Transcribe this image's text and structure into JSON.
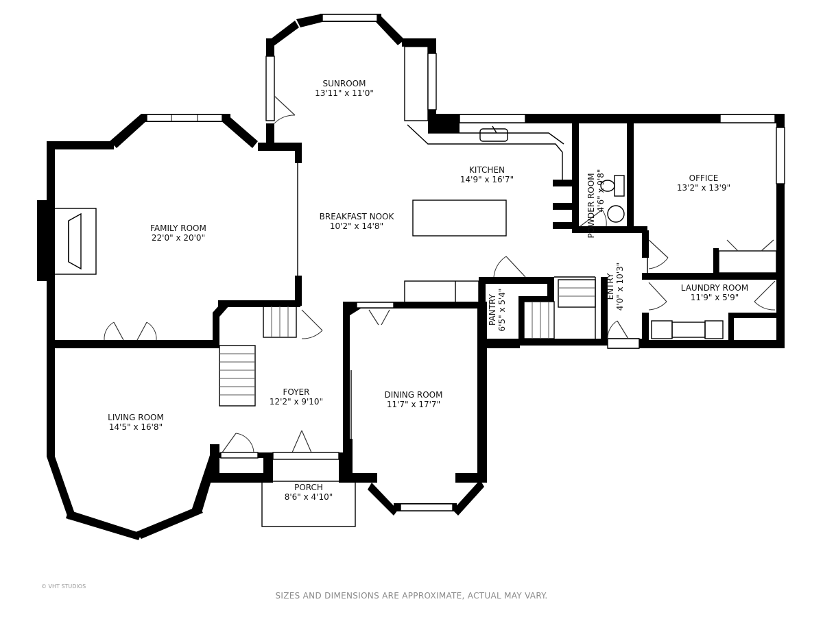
{
  "rooms": {
    "sunroom": {
      "name": "SUNROOM",
      "dims": "13'11\" x 11'0\""
    },
    "kitchen": {
      "name": "KITCHEN",
      "dims": "14'9\" x 16'7\""
    },
    "powder_room": {
      "name": "POWDER ROOM",
      "dims": "4'6\" x 9'8\""
    },
    "office": {
      "name": "OFFICE",
      "dims": "13'2\" x 13'9\""
    },
    "family_room": {
      "name": "FAMILY ROOM",
      "dims": "22'0\" x 20'0\""
    },
    "breakfast_nook": {
      "name": "BREAKFAST NOOK",
      "dims": "10'2\" x 14'8\""
    },
    "entry": {
      "name": "ENTRY",
      "dims": "4'0\" x 10'3\""
    },
    "laundry_room": {
      "name": "LAUNDRY ROOM",
      "dims": "11'9\" x 5'9\""
    },
    "pantry": {
      "name": "PANTRY",
      "dims": "6'5\" x 5'4\""
    },
    "foyer": {
      "name": "FOYER",
      "dims": "12'2\" x 9'10\""
    },
    "dining_room": {
      "name": "DINING ROOM",
      "dims": "11'7\" x 17'7\""
    },
    "living_room": {
      "name": "LIVING ROOM",
      "dims": "14'5\" x 16'8\""
    },
    "porch": {
      "name": "PORCH",
      "dims": "8'6\" x 4'10\""
    }
  },
  "footer": {
    "disclaimer": "SIZES AND DIMENSIONS ARE APPROXIMATE, ACTUAL MAY VARY.",
    "watermark": "© VHT STUDIOS"
  },
  "colors": {
    "wall": "#000000",
    "background": "#ffffff",
    "footer_text": "#8a8a8a"
  }
}
